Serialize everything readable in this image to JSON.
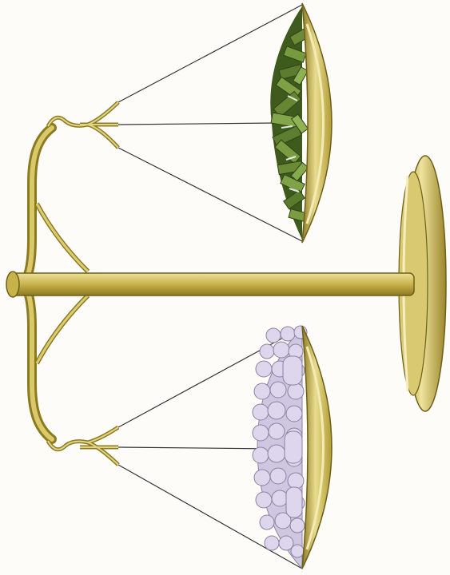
{
  "illustration": {
    "subject": "balance-scale",
    "orientation": "rotated-90-clockwise",
    "left_pan_contents": "money",
    "right_pan_contents": "people"
  },
  "colors": {
    "gold": "#c8b24a",
    "gold_dark": "#8c7a22",
    "gold_light": "#ece19a",
    "money_green": "#5c7a2e",
    "money_dark": "#2f4416",
    "people_fill": "#ddd6ec",
    "people_outline": "#8a82a0",
    "string": "#333333"
  }
}
